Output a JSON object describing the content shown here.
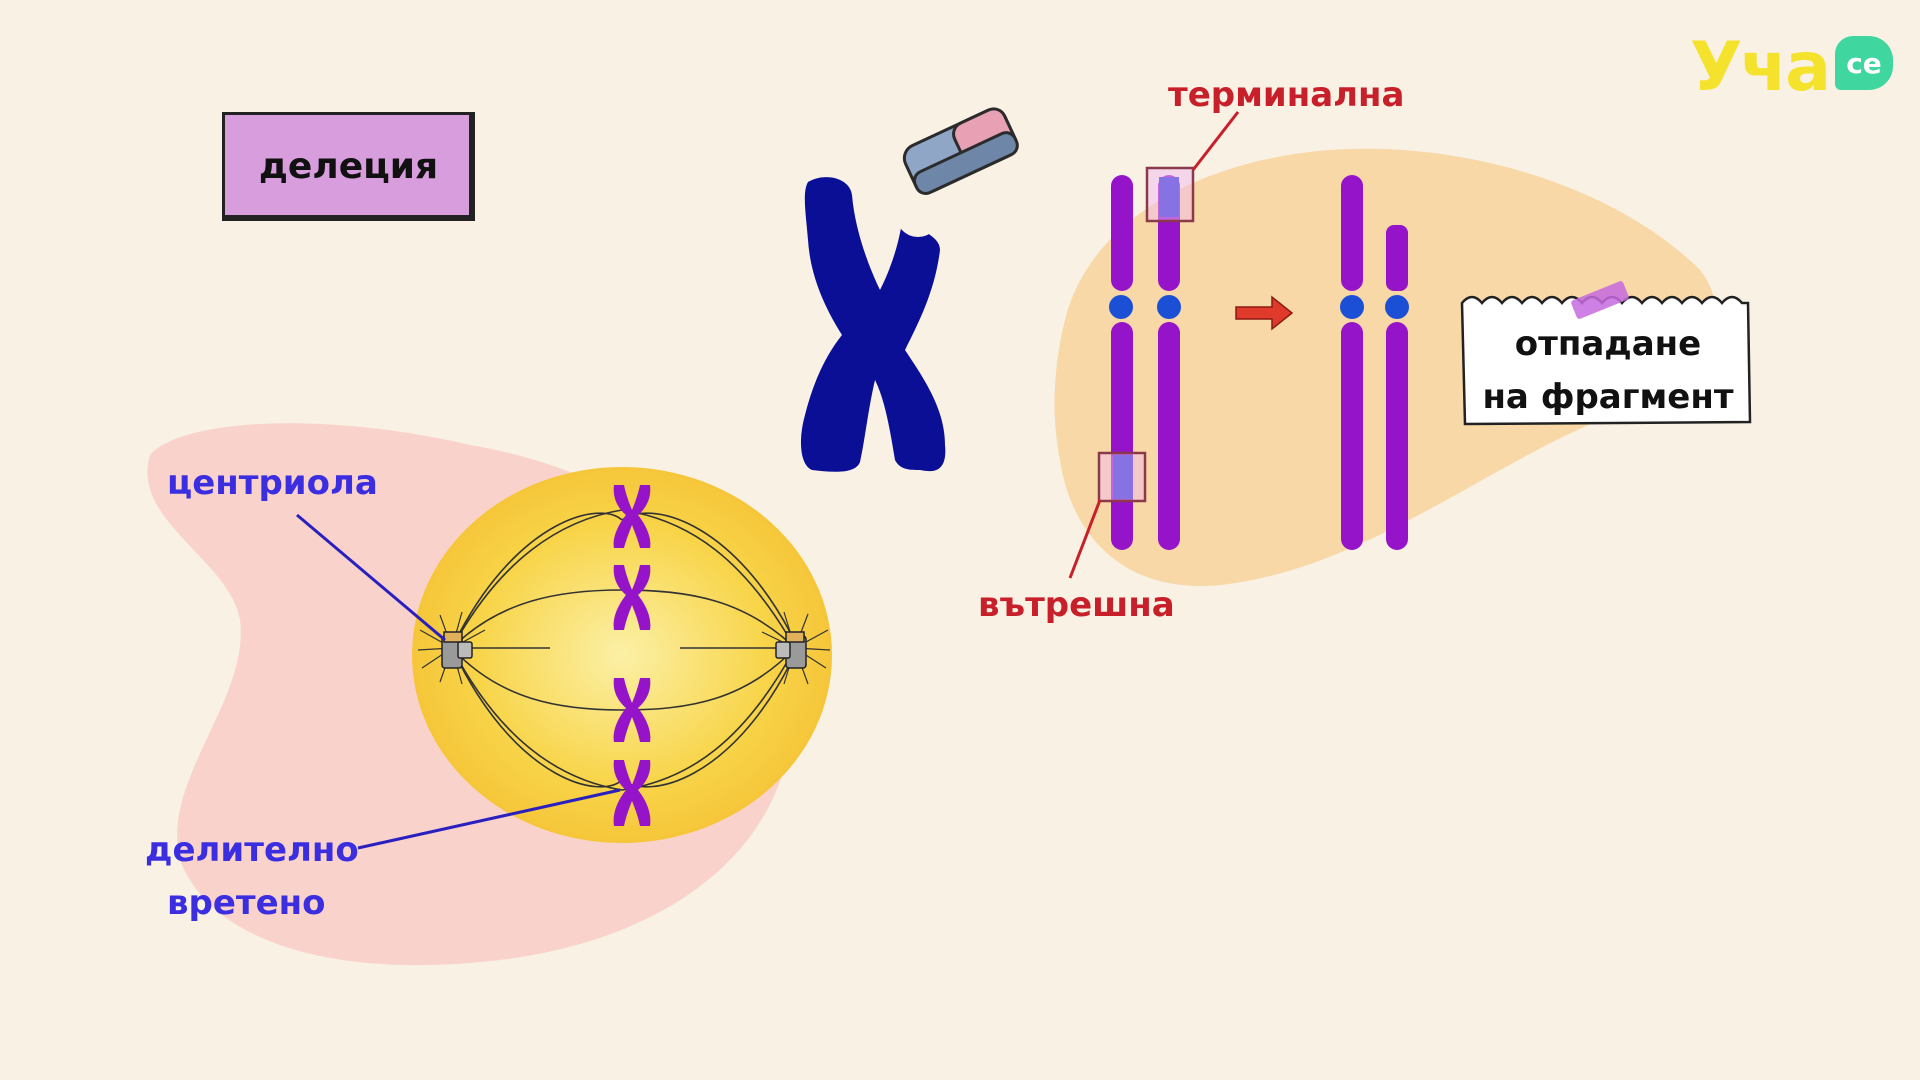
{
  "title": "делеция",
  "labels": {
    "centriole": "центриола",
    "spindle_line1": "делително",
    "spindle_line2": "вретено",
    "terminal": "терминална",
    "internal": "вътрешна",
    "note_line1": "отпадане",
    "note_line2": "на фрагмент"
  },
  "logo": {
    "text": "Уча",
    "badge": "се"
  },
  "colors": {
    "background": "#f8f1e4",
    "title_box": "#d89ddd",
    "chromosome_purple": "#9513c9",
    "big_chromosome": "#0a0f96",
    "centromere": "#1a4fd6",
    "spindle_cell": "#f7cd3a",
    "pink_blob": "#f8cfc8",
    "orange_blob": "#f8d39b",
    "label_blue": "#3a2ee0",
    "label_red": "#c8202a",
    "logo_yellow": "#f5e22d",
    "logo_green": "#3fd6a0"
  },
  "icons": [
    "eraser-icon",
    "arrow-right-icon",
    "centriole-icon",
    "tape-icon"
  ]
}
